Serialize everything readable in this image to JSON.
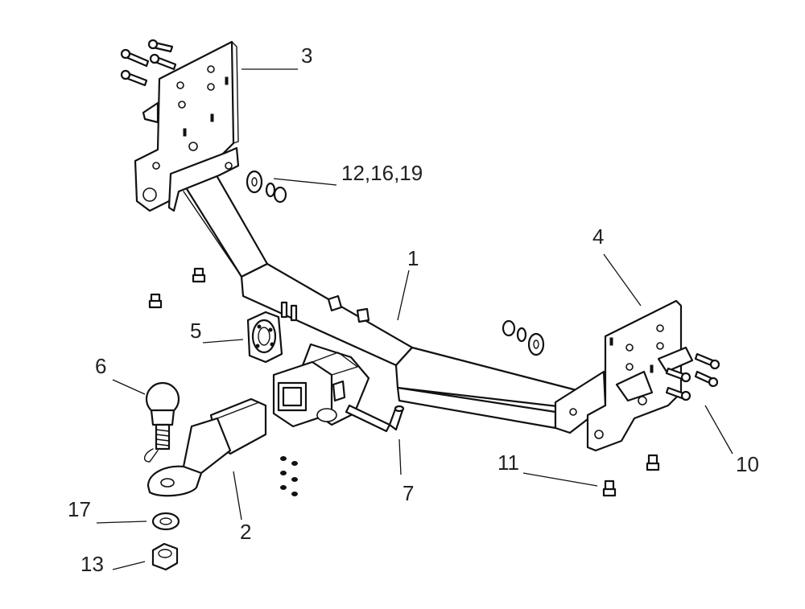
{
  "diagram": {
    "callouts": [
      {
        "id": "c1",
        "label": "1"
      },
      {
        "id": "c2",
        "label": "2"
      },
      {
        "id": "c3",
        "label": "3"
      },
      {
        "id": "c4",
        "label": "4"
      },
      {
        "id": "c5",
        "label": "5"
      },
      {
        "id": "c6",
        "label": "6"
      },
      {
        "id": "c7",
        "label": "7"
      },
      {
        "id": "c10",
        "label": "10"
      },
      {
        "id": "c11",
        "label": "11"
      },
      {
        "id": "c12",
        "label": "12,16,19"
      },
      {
        "id": "c13",
        "label": "13"
      },
      {
        "id": "c17",
        "label": "17"
      }
    ]
  }
}
